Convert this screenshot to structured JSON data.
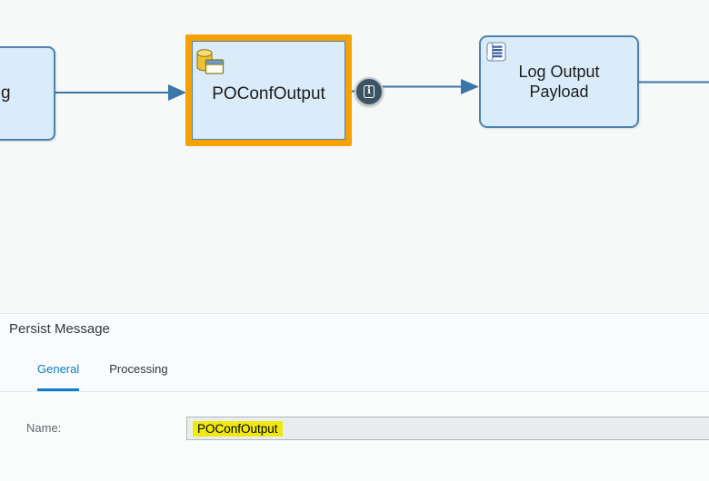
{
  "diagram": {
    "left_node": {
      "label": "g"
    },
    "selected_node": {
      "label": "POConfOutput"
    },
    "info_badge": {
      "glyph": "i"
    },
    "log_node": {
      "label_line1": "Log Output",
      "label_line2": "Payload"
    },
    "colors": {
      "node_fill": "#daecfa",
      "node_border": "#4d82b0",
      "connector": "#3b76a8",
      "selection_highlight": "#f5a201",
      "info_badge_bg": "#3c5364"
    }
  },
  "panel": {
    "title": "Persist Message",
    "tabs": [
      {
        "label": "General",
        "active": true
      },
      {
        "label": "Processing",
        "active": false
      }
    ],
    "name_field": {
      "label": "Name:",
      "value": "POConfOutput",
      "highlight_color": "#f0e90e"
    },
    "colors": {
      "active_tab": "#0a7ed0"
    }
  }
}
